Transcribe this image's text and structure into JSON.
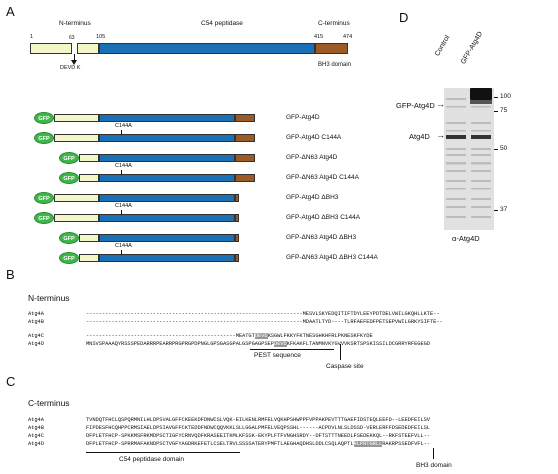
{
  "panel_a": {
    "letter": "A",
    "domain_diagram": {
      "n_terminus": "N-terminus",
      "c54": "C54 peptidase",
      "c_terminus": "C-terminus",
      "pos_1": "1",
      "pos_63": "63",
      "pos_105": "105",
      "pos_415": "415",
      "pos_474": "474",
      "devd_k": "DEVD K",
      "bh3_domain": "BH3 domain"
    },
    "gfp_label": "GFP",
    "mutation_label": "C144A",
    "constructs": [
      {
        "name": "GFP-Atg4D"
      },
      {
        "name": "GFP-Atg4D C144A"
      },
      {
        "name": "GFP-ΔN63 Atg4D"
      },
      {
        "name": "GFP-ΔN63 Atg4D C144A"
      },
      {
        "name": "GFP-Atg4D ΔBH3"
      },
      {
        "name": "GFP-Atg4D ΔBH3 C144A"
      },
      {
        "name": "GFP-ΔN63 Atg4D ΔBH3"
      },
      {
        "name": "GFP-ΔN63 Atg4D ΔBH3 C144A"
      }
    ]
  },
  "panel_d": {
    "letter": "D",
    "lanes": [
      "Control",
      "GFP-Atg4D"
    ],
    "markers": [
      "100",
      "75",
      "50",
      "37"
    ],
    "band_labels": [
      "GFP-Atg4D",
      "Atg4D"
    ],
    "antibody": "α-Atg4D"
  },
  "panel_b": {
    "letter": "B",
    "title": "N-terminus",
    "rows": [
      {
        "name": "Atg4A",
        "seq": "--------------------------------------------------------------------MESVLSKYEDQITIFTDYLEEYPDTDELVWILGKQHLLKTE--"
      },
      {
        "name": "Atg4B",
        "seq": "--------------------------------------------------------------------MDAATLTYD----TLRFAEFEDFPETSEPVWILGRKYSIFTE--"
      },
      {
        "name": "Atg4C",
        "seq_pre": "-----------------------------------------------MEATGT",
        "seq_hl": "DEVD",
        "seq_post": "KSGWLFKKYFKTNESGHKHFRLPKNESKFKYDE"
      },
      {
        "name": "Atg4D",
        "seq_pre": "MNSVSPAAAQYRSSSPEDARRRPEARRPRGPRGPDPNGLGPSGASGPALGSPGAGPSEP",
        "seq_hl": "DEVD",
        "seq_post": "KFKAKFLTANMNVKYGVVVKSRTSPSKISSILDCGRRYRFEGEGD"
      }
    ],
    "pest": "PEST sequence",
    "caspase": "Caspase site"
  },
  "panel_c": {
    "letter": "C",
    "title": "C-terminus",
    "rows": [
      {
        "name": "Atg4A",
        "seq_pre": "TVNDQTFHCLQSPQRMNILHLDPSVALGFFCKEEKDFDNWCSLVQK-EILKENLRMFELVQKHPSHWPPFVPPAKPEVTTTGAEF",
        "seq_hl": "",
        "seq_post": "IDSTEQLEEFD--LEEDFEILSV"
      },
      {
        "name": "Atg4B",
        "seq_pre": "FIPDESFHCQHPPCRMSIAELDPSIAVGFFCKTEDDFNDWCQQVKKLSLLGGALPMFELVEQPSSHL------ACPDVLNLSLDS",
        "seq_hl": "",
        "seq_post": "SD-VERLERFFDSEDEDFEILSL"
      },
      {
        "name": "Atg4C",
        "seq_pre": "DFPLETFHCP-SPKKMSFRKMDPSCTIGFYCRNVQDFKRASEEITKMLKFSSK-EKYPLFTFVNGHSRDY--DFTSTTTNEEDLF",
        "seq_hl": "",
        "seq_post": "SEDEKKQL--RKFSTEEFVLL--"
      },
      {
        "name": "Atg4D",
        "seq_pre": "DFPLETFHCP-SPRRMAFAKNDPSCTVGFYAGDRKEFETLCSELTRVLSSSSATERYPMFTLAEGHAQDHSLDDLCSQLAQPTL",
        "seq_hl": "RLPRTGRLL",
        "seq_post": "RAKRPSSEDFVFL--"
      }
    ],
    "c54": "C54 peptidase domain",
    "bh3": "BH3 domain"
  }
}
